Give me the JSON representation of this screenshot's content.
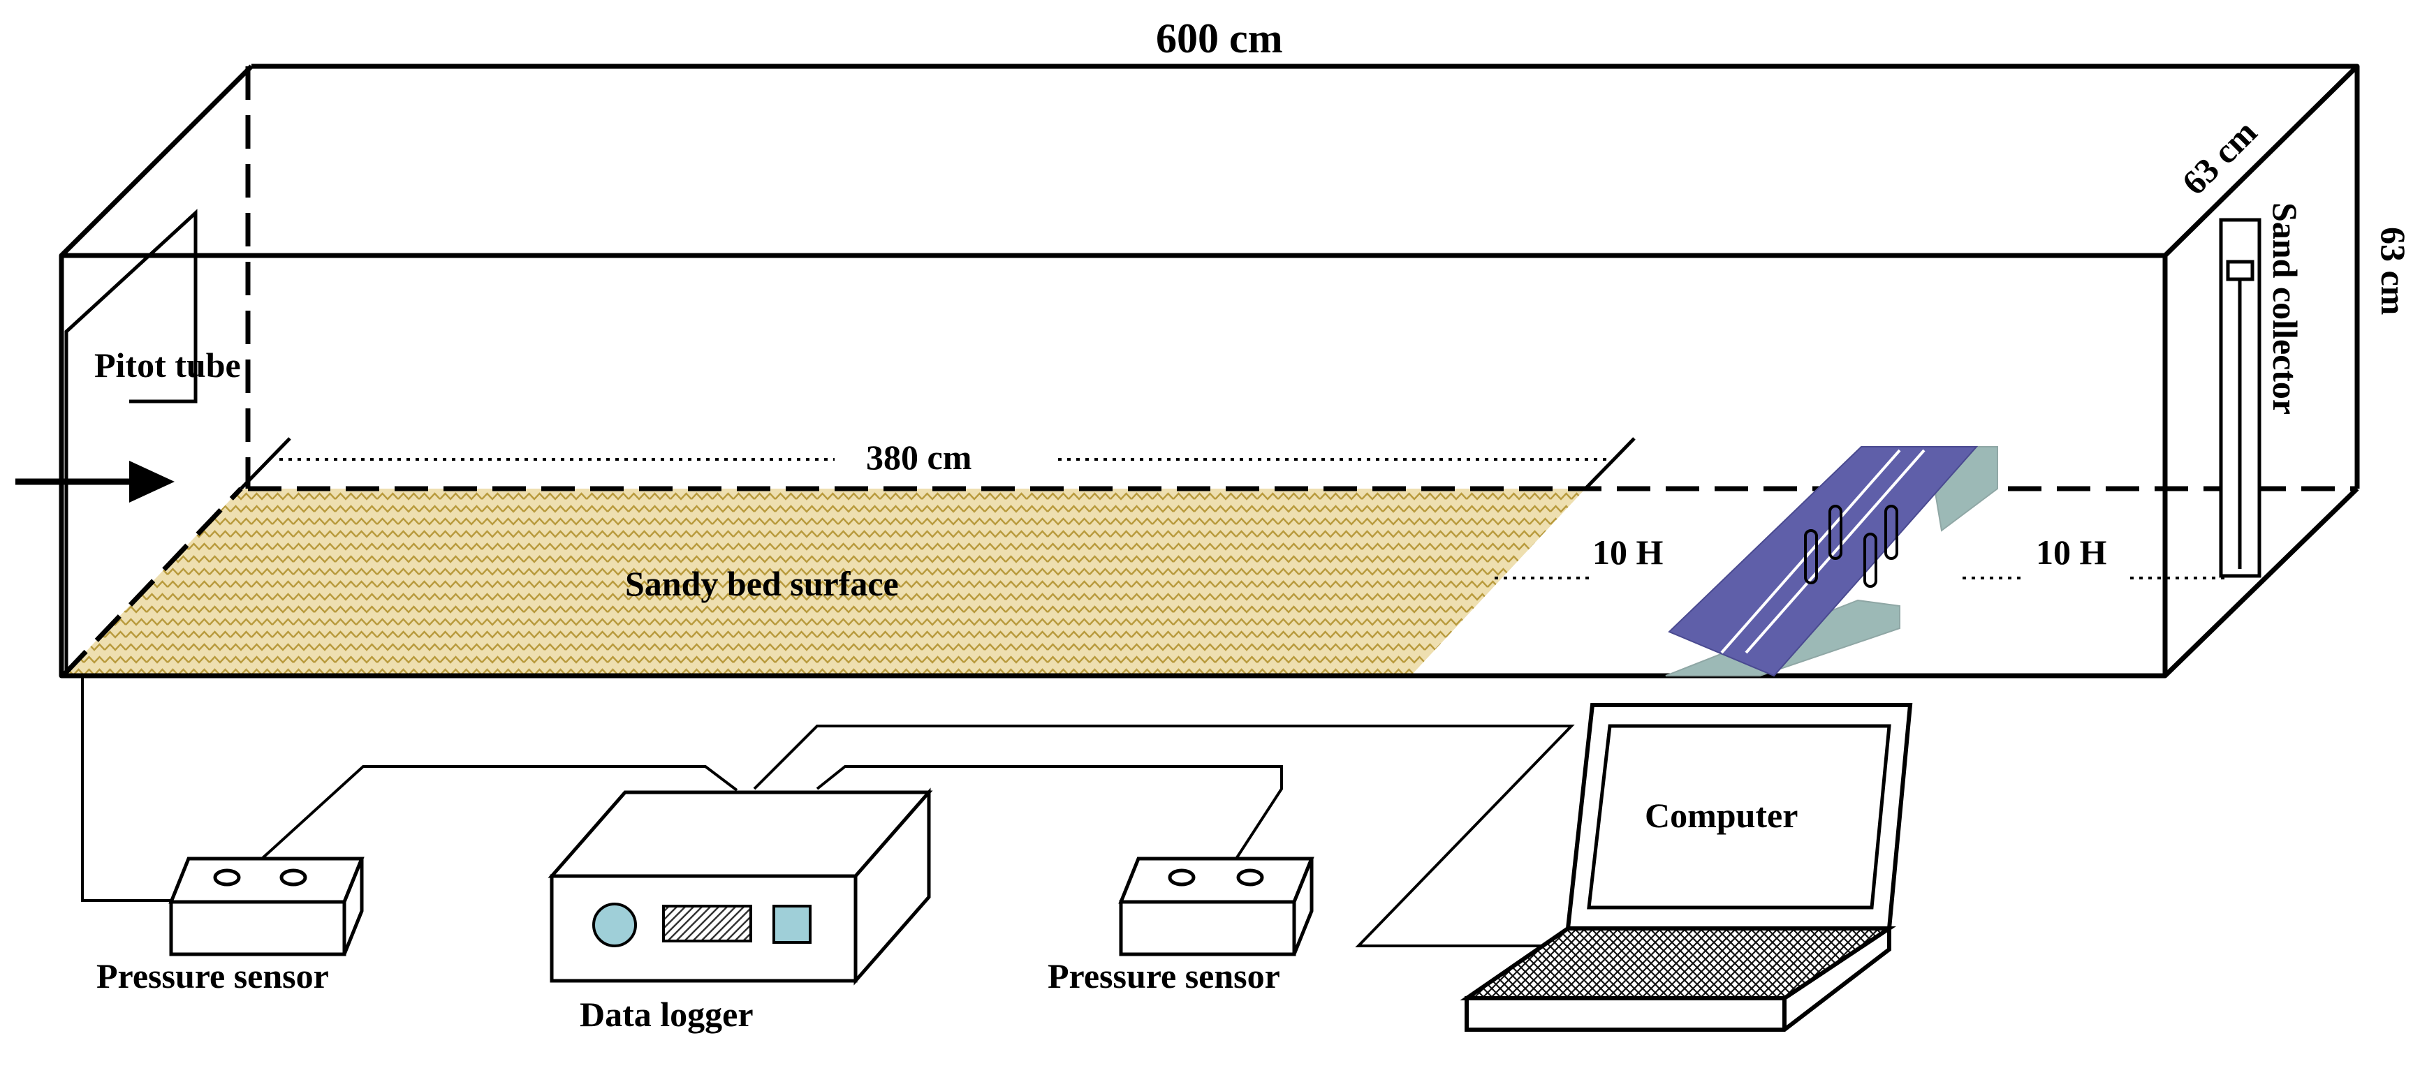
{
  "diagram": {
    "dimensions": {
      "length": "600 cm",
      "width": "63 cm",
      "height": "63 cm"
    },
    "bed_length": "380 cm",
    "labels": {
      "pitot_tube": "Pitot tube",
      "sandy_bed_surface": "Sandy bed surface",
      "upstream_distance": "10 H",
      "downstream_distance": "10 H",
      "sand_collector": "Sand collector",
      "pressure_sensor_left": "Pressure sensor",
      "pressure_sensor_right": "Pressure sensor",
      "data_logger": "Data logger",
      "computer": "Computer"
    },
    "colors": {
      "sand_fill": "#E8D9A6",
      "sand_zigzag": "#B89A3C",
      "windbreak_top": "#5E5FA8",
      "windbreak_side": "#8FB0AE",
      "sensor_dot": "#9FCFD8",
      "line": "#000000"
    }
  }
}
